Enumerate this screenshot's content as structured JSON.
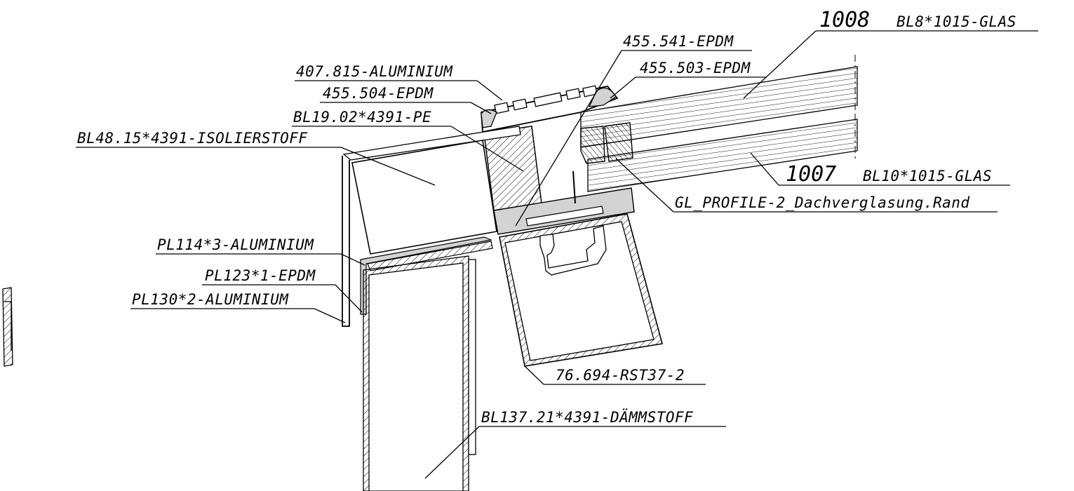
{
  "labels": {
    "glass_1008_number": "1008",
    "glass_1008_spec": "BL8*1015-GLAS",
    "glass_1007_number": "1007",
    "glass_1007_spec": "BL10*1015-GLAS",
    "epdm_455_541": "455.541-EPDM",
    "epdm_455_503": "455.503-EPDM",
    "epdm_455_504": "455.504-EPDM",
    "aluminium_407_815": "407.815-ALUMINIUM",
    "pe_bl19": "BL19.02*4391-PE",
    "isolierstoff_bl48": "BL48.15*4391-ISOLIERSTOFF",
    "gl_profile_rand": "GL_PROFILE-2_Dachverglasung.Rand",
    "pl114_aluminium": "PL114*3-ALUMINIUM",
    "pl123_epdm": "PL123*1-EPDM",
    "pl130_aluminium": "PL130*2-ALUMINIUM",
    "rst_76_694": "76.694-RST37-2",
    "daemmstoff_bl137": "BL137.21*4391-DÄMMSTOFF"
  },
  "colors": {
    "line": "#000000",
    "gasket_fill": "#d3d3d3",
    "background": "#ffffff"
  }
}
